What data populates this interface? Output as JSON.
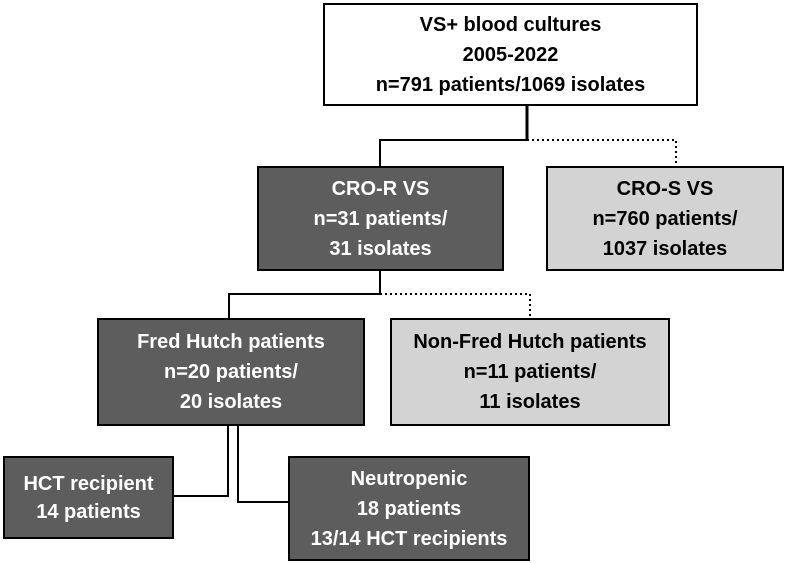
{
  "diagram": {
    "root": {
      "lines": [
        "VS+ blood cultures",
        "2005-2022",
        "n=791 patients/1069 isolates"
      ]
    },
    "cro_r": {
      "lines": [
        "CRO-R VS",
        "n=31 patients/",
        "31 isolates"
      ]
    },
    "cro_s": {
      "lines": [
        "CRO-S VS",
        "n=760 patients/",
        "1037 isolates"
      ]
    },
    "fred_hutch": {
      "lines": [
        "Fred Hutch patients",
        "n=20 patients/",
        "20 isolates"
      ]
    },
    "non_fred_hutch": {
      "lines": [
        "Non-Fred Hutch patients",
        "n=11 patients/",
        "11 isolates"
      ]
    },
    "hct_recipient": {
      "lines": [
        "HCT recipient",
        "14 patients"
      ]
    },
    "neutropenic": {
      "lines": [
        "Neutropenic",
        "18 patients",
        "13/14 HCT recipients"
      ]
    }
  },
  "colors": {
    "dark_box": "#5d5d5d",
    "light_box": "#d3d3d3",
    "white_box": "#ffffff",
    "line": "#000000"
  }
}
